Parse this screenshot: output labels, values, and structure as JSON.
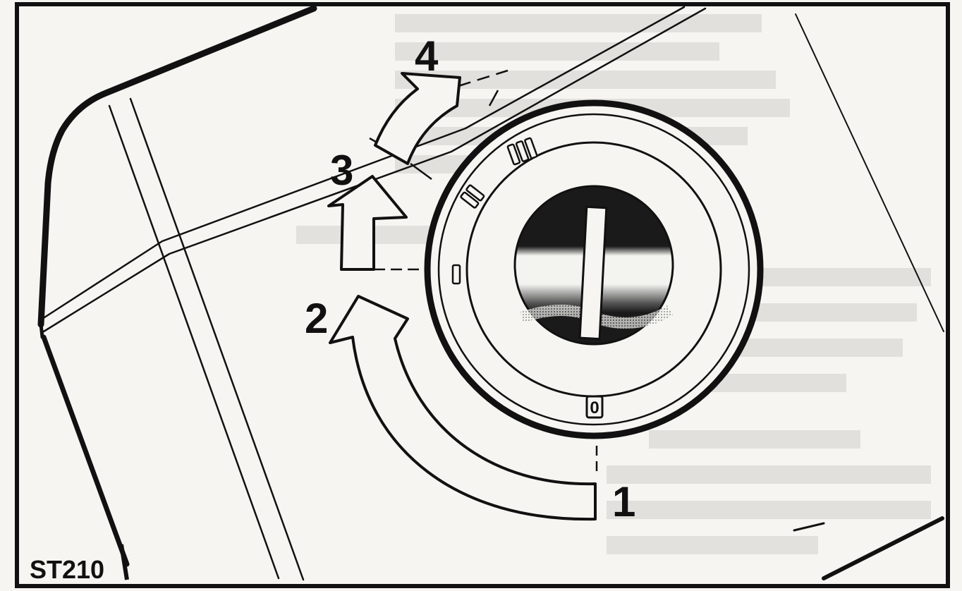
{
  "figure": {
    "code": "ST210",
    "positions": {
      "p1": "1",
      "p2": "2",
      "p3": "3",
      "p4": "4"
    },
    "dial": {
      "off_mark": "0"
    }
  }
}
